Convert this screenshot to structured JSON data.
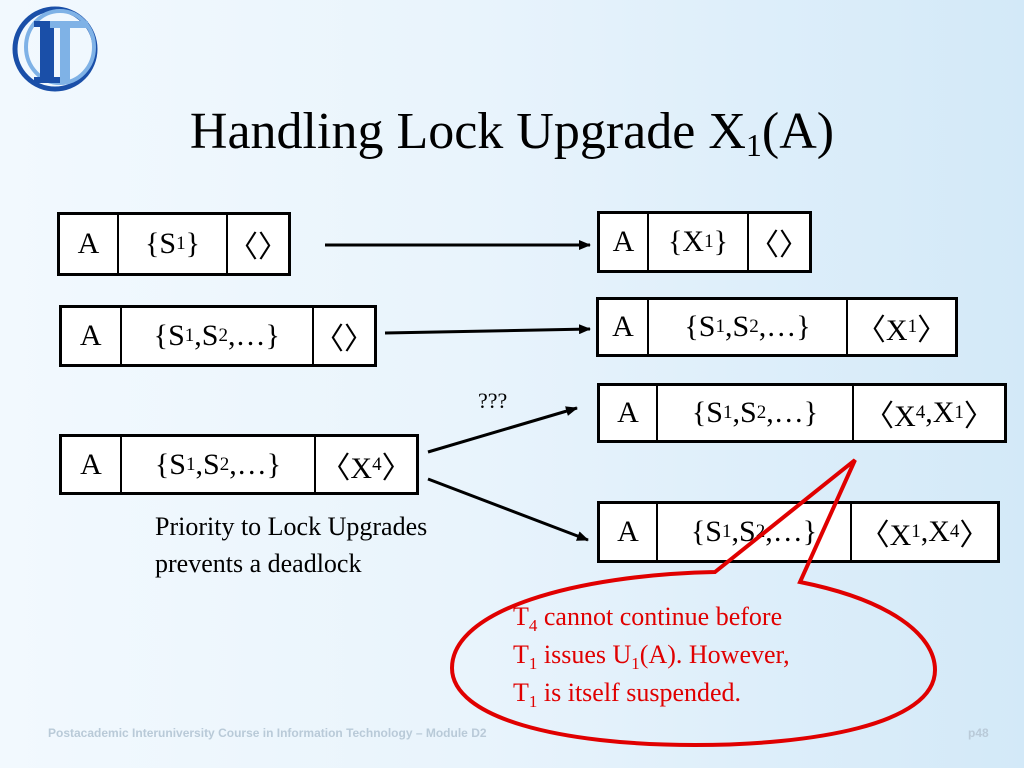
{
  "logo": {
    "text": "IT"
  },
  "title": {
    "main": "Handling Lock Upgrade X",
    "sub": "1",
    "tail": "(A)"
  },
  "boxes": [
    {
      "id": "r1-left",
      "cells": [
        [
          [
            "A",
            ""
          ]
        ],
        [
          [
            "{S",
            "1"
          ],
          [
            "}",
            ""
          ]
        ],
        [
          [
            "〈〉",
            ""
          ]
        ]
      ]
    },
    {
      "id": "r1-right",
      "cells": [
        [
          [
            "A",
            ""
          ]
        ],
        [
          [
            "{X",
            "1"
          ],
          [
            "}",
            ""
          ]
        ],
        [
          [
            "〈〉",
            ""
          ]
        ]
      ]
    },
    {
      "id": "r2-left",
      "cells": [
        [
          [
            "A",
            ""
          ]
        ],
        [
          [
            "{S",
            "1"
          ],
          [
            ",S",
            "2"
          ],
          [
            ",…}",
            ""
          ]
        ],
        [
          [
            "〈〉",
            ""
          ]
        ]
      ]
    },
    {
      "id": "r2-right",
      "cells": [
        [
          [
            "A",
            ""
          ]
        ],
        [
          [
            "{S",
            "1"
          ],
          [
            ",S",
            "2"
          ],
          [
            ",…}",
            ""
          ]
        ],
        [
          [
            "〈X",
            "1"
          ],
          [
            "〉",
            ""
          ]
        ]
      ]
    },
    {
      "id": "r3-left",
      "cells": [
        [
          [
            "A",
            ""
          ]
        ],
        [
          [
            "{S",
            "1"
          ],
          [
            ",S",
            "2"
          ],
          [
            ",…}",
            ""
          ]
        ],
        [
          [
            "〈X",
            "4"
          ],
          [
            "〉",
            ""
          ]
        ]
      ]
    },
    {
      "id": "r3-right-top",
      "cells": [
        [
          [
            "A",
            ""
          ]
        ],
        [
          [
            "{S",
            "1"
          ],
          [
            ",S",
            "2"
          ],
          [
            ",…}",
            ""
          ]
        ],
        [
          [
            "〈X",
            "4"
          ],
          [
            " ,X",
            "1"
          ],
          [
            "〉",
            ""
          ]
        ]
      ]
    },
    {
      "id": "r3-right-bottom",
      "cells": [
        [
          [
            "A",
            ""
          ]
        ],
        [
          [
            "{S",
            "1"
          ],
          [
            ",S",
            "2"
          ],
          [
            ",…}",
            ""
          ]
        ],
        [
          [
            "〈X",
            "1"
          ],
          [
            ",X",
            "4"
          ],
          [
            "〉",
            ""
          ]
        ]
      ]
    }
  ],
  "question": "???",
  "note": {
    "line1": "Priority to Lock Upgrades",
    "line2": "prevents a deadlock"
  },
  "callout": {
    "l1a": "T",
    "l1s": "4",
    "l1b": " cannot continue before",
    "l2a": "T",
    "l2s": "1",
    "l2b": " issues U",
    "l2s2": "1",
    "l2c": "(A). However,",
    "l3a": "T",
    "l3s": "1",
    "l3b": " is itself suspended."
  },
  "footer": {
    "left": "Postacademic Interuniversity Course in Information Technology – Module D2",
    "right": "p48"
  },
  "colors": {
    "callout": "#e00000",
    "logo_blue": "#1a4fa8",
    "logo_light": "#7fb2e6"
  }
}
